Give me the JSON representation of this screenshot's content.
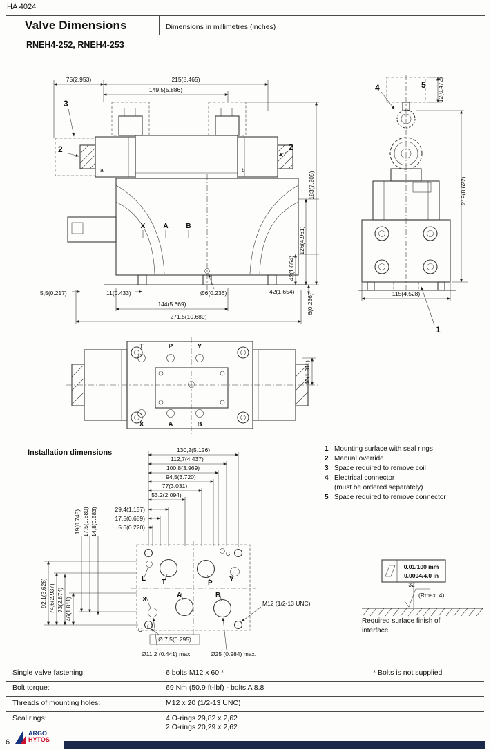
{
  "header": {
    "code": "HA 4024",
    "title": "Valve Dimensions",
    "units_note": "Dimensions in millimetres (inches)",
    "models": "RNEH4-252, RNEH4-253"
  },
  "front_view": {
    "dim_75": "75(2.953)",
    "dim_215": "215(8.465)",
    "dim_149": "149.5(5.886)",
    "dim_183": "183(7.205)",
    "dim_126": "126(4.961)",
    "dim_42_vert": "42(1.654)",
    "dim_42_horiz": "42(1.654)",
    "dim_6": "6(0.236)",
    "dim_5_5": "5,5(0.217)",
    "dim_11": "11(0.433)",
    "dim_dia6": "Ø6(0.236)",
    "dim_144": "144(5.669)",
    "dim_271_5": "271,5(10.689)",
    "label_a": "a",
    "label_b": "b",
    "ports": [
      "X",
      "A",
      "B"
    ],
    "callout_coil_space": "3",
    "callout_override_left": "2",
    "callout_override_right": "2"
  },
  "side_view": {
    "callout_connector": "4",
    "callout_connector_space": "5",
    "callout_mounting": "1",
    "dim_12": "12(0.472)",
    "dim_219": "219(8.622)",
    "dim_115": "115(4.528)"
  },
  "bottom_view": {
    "ports_top": [
      "T",
      "P",
      "Y"
    ],
    "ports_bottom": [
      "X",
      "A",
      "B"
    ],
    "dim_46": "46(1.811)"
  },
  "installation": {
    "title": "Installation dimensions",
    "h_dims": [
      "130,2(5.126)",
      "112,7(4.437)",
      "100,8(3.969)",
      "94,5(3.720)",
      "77(3.031)",
      "53.2(2.094)",
      "29.4(1.157)",
      "17.5(0.689)",
      "5.6(0.220)"
    ],
    "v_dims": [
      "92,1(3.626)",
      "74,6(2.937)",
      "73(2.874)",
      "46(1.811)"
    ],
    "v_dims_small": [
      "19(0.748)",
      "17.5(0.689)",
      "14,8(0.583)"
    ],
    "ports": [
      "L",
      "T",
      "P",
      "Y",
      "X",
      "A",
      "B"
    ],
    "g_ports": [
      "G",
      "G"
    ],
    "thread_note": "M12 (1/2-13 UNC)",
    "hole_pilot": "Ø 7,5(0.295)",
    "hole_xy": "Ø11,2 (0.441) max.",
    "hole_main": "Ø25 (0.984) max."
  },
  "legend": {
    "items": [
      {
        "num": "1",
        "text": "Mounting surface with seal rings"
      },
      {
        "num": "2",
        "text": "Manual override"
      },
      {
        "num": "3",
        "text": "Space required to remove coil"
      },
      {
        "num": "4",
        "text": "Electrical connector"
      },
      {
        "num": "",
        "text": "(must be ordered separately)"
      },
      {
        "num": "5",
        "text": "Space required to remove connector"
      }
    ]
  },
  "surface_finish": {
    "flatness_mm": "0.01/100 mm",
    "flatness_in": "0.0004/4.0 in",
    "roughness": "32",
    "roughness_note": "(Rmax. 4)",
    "caption_1": "Required surface finish of",
    "caption_2": "interface"
  },
  "fastening": {
    "rows": [
      {
        "label": "Single valve fastening:",
        "value": "6 bolts M12 x 60 *"
      },
      {
        "label": "Bolt torque:",
        "value": "69 Nm (50.9 ft-lbf) - bolts A 8.8"
      },
      {
        "label": "Threads of mounting holes:",
        "value": "M12 x 20 (1/2-13 UNC)"
      },
      {
        "label": "Seal rings:",
        "value": "4 O-rings 29,82 x 2,62",
        "value_2": "2 O-rings 20,29 x 2,62"
      }
    ],
    "note": "* Bolts is not supplied"
  },
  "footer": {
    "page": "6",
    "brand_line_1": "ARGO",
    "brand_line_2": "HYTOS"
  },
  "colors": {
    "line": "#3a3a3a",
    "brand_blue": "#16337f",
    "brand_red": "#c8102e",
    "footer_bar": "#1b2a4a"
  }
}
